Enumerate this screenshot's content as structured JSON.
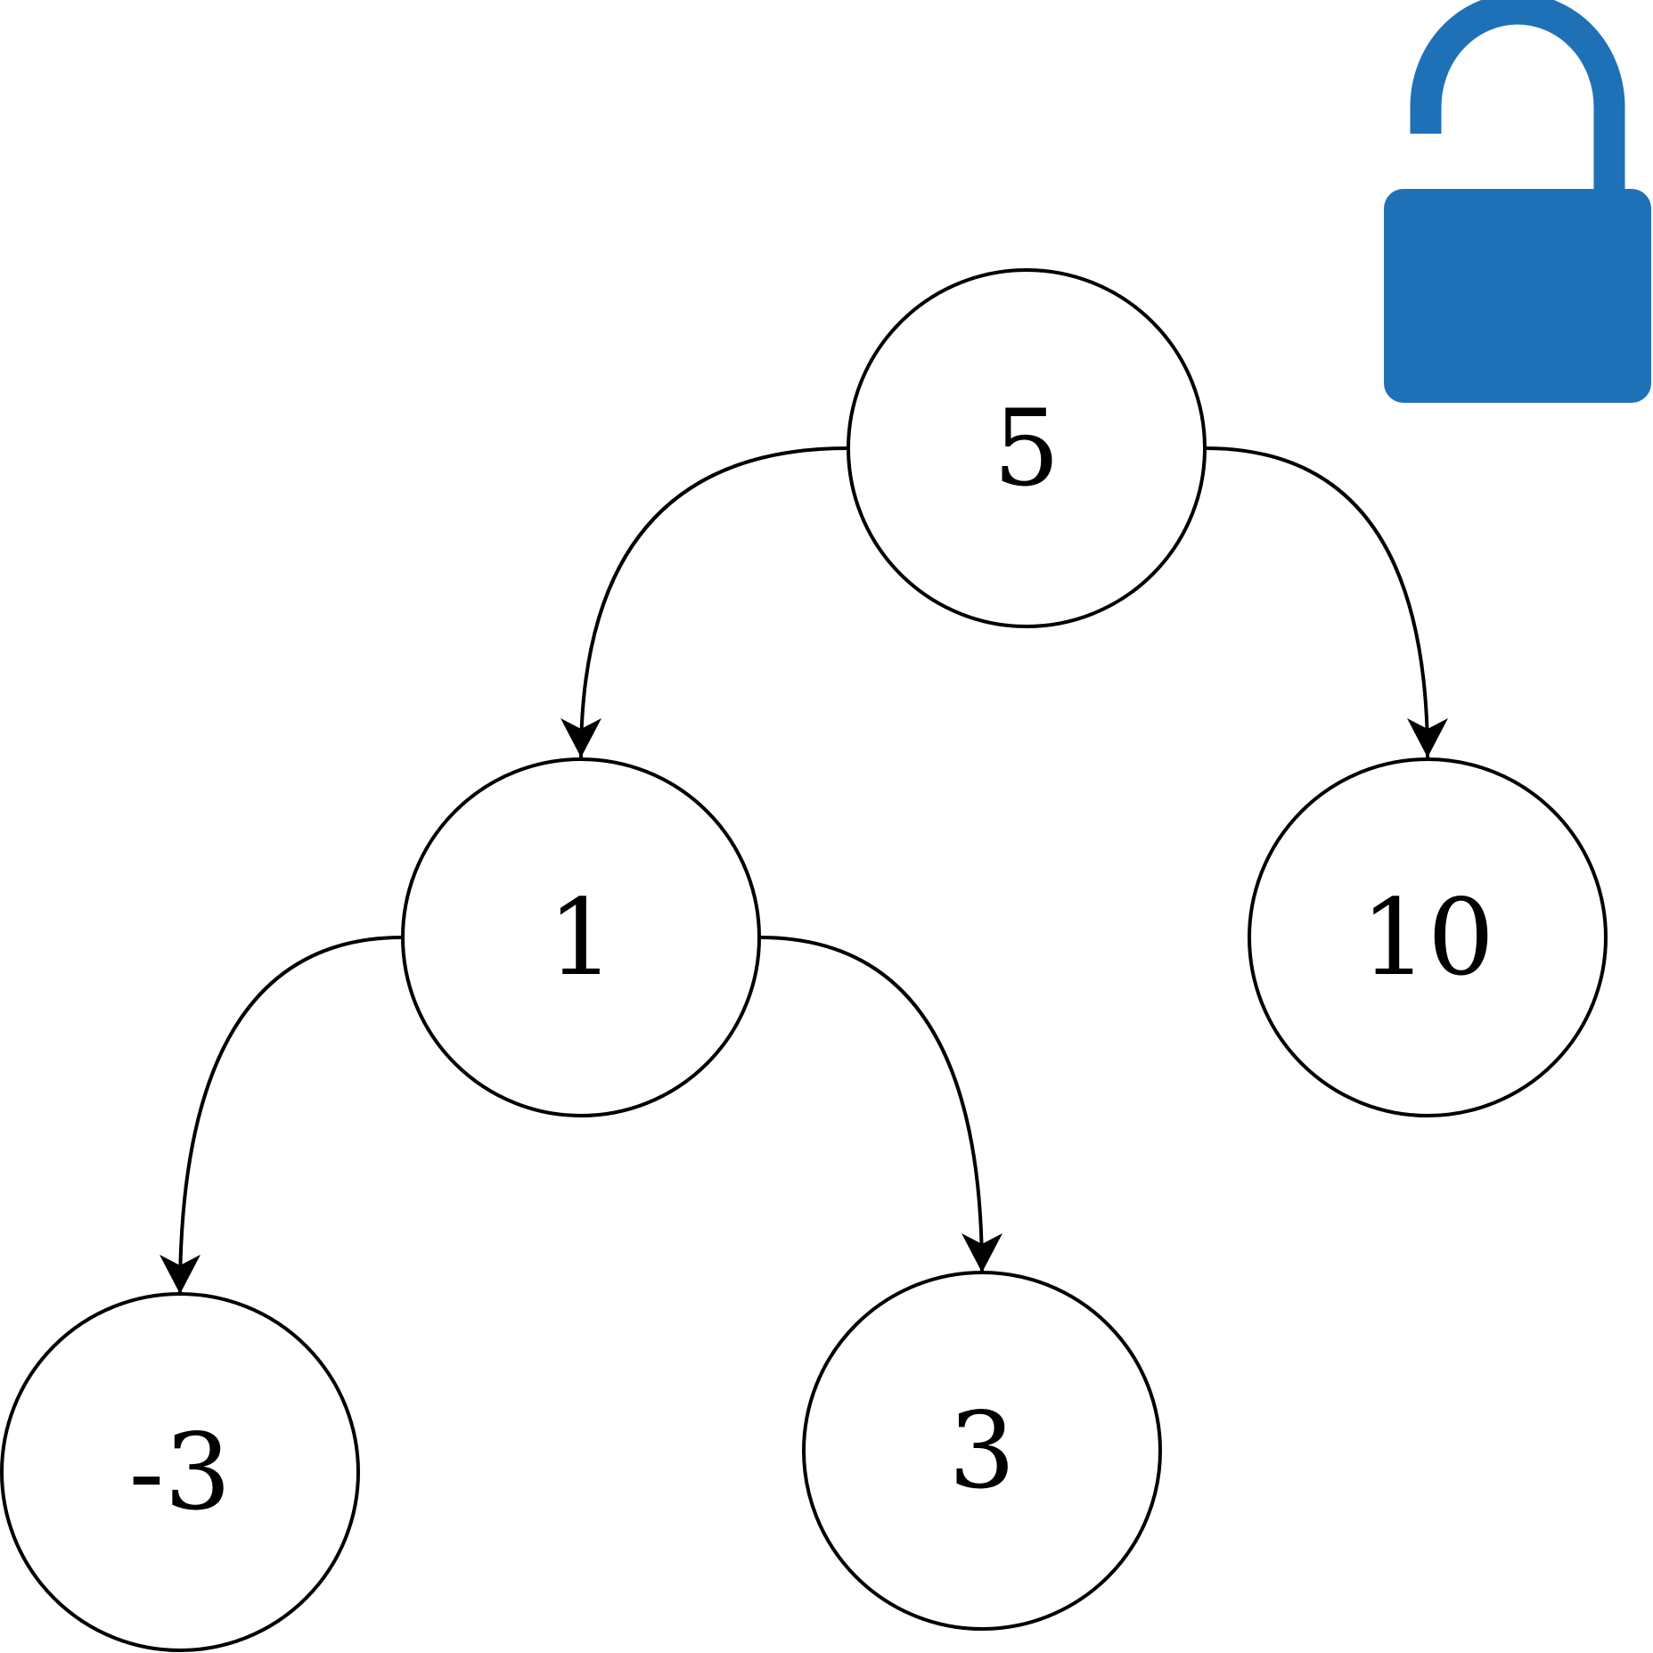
{
  "diagram": {
    "type": "binary-tree",
    "nodes": [
      {
        "id": "n5",
        "label": "5"
      },
      {
        "id": "n1",
        "label": "1"
      },
      {
        "id": "n10",
        "label": "10"
      },
      {
        "id": "nm3",
        "label": "-3"
      },
      {
        "id": "n3",
        "label": "3"
      }
    ],
    "edges": [
      {
        "from": "n5",
        "to": "n1"
      },
      {
        "from": "n5",
        "to": "n10"
      },
      {
        "from": "n1",
        "to": "nm3"
      },
      {
        "from": "n1",
        "to": "n3"
      }
    ]
  },
  "lock": {
    "icon": "unlocked-padlock-icon",
    "color": "#1f71b7"
  }
}
